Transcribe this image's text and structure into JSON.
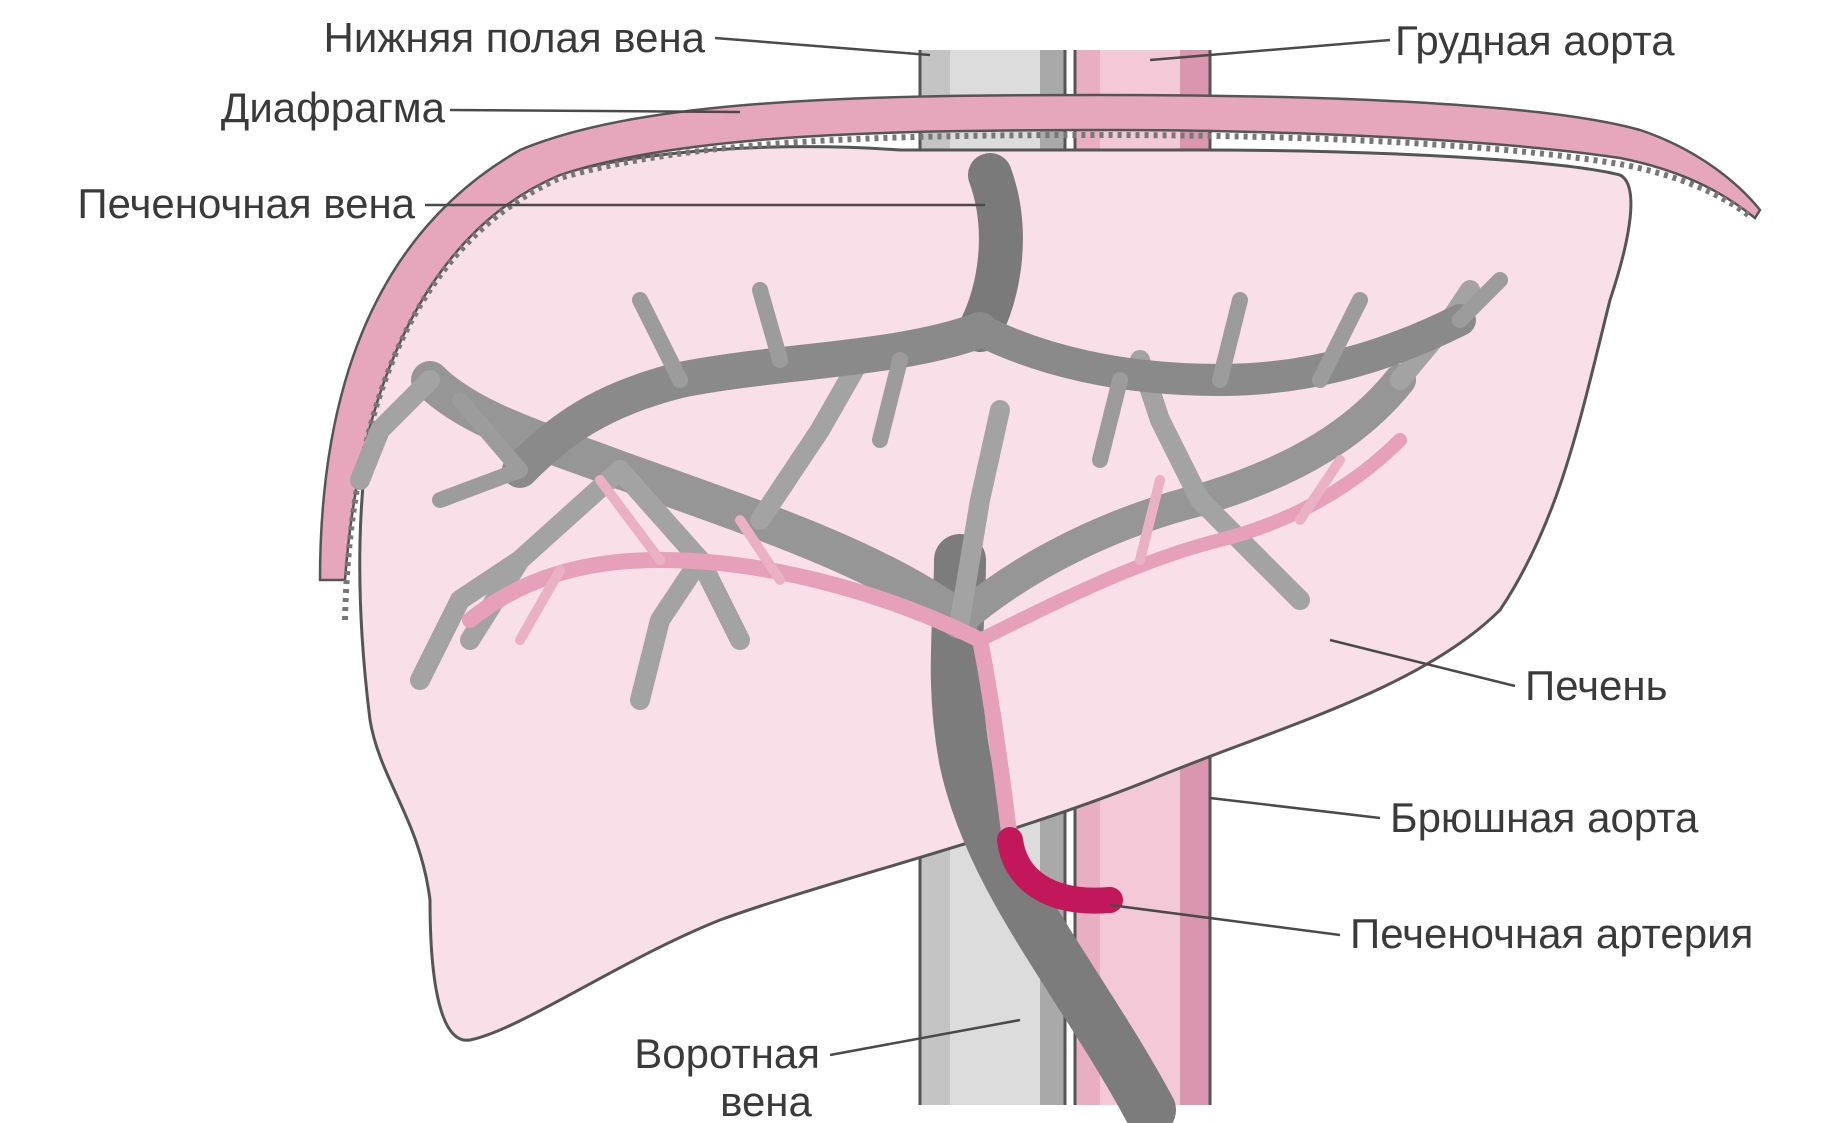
{
  "labels": {
    "ivc": "Нижняя полая вена",
    "thoracic_aorta": "Грудная аорта",
    "diaphragm": "Диафрагма",
    "hepatic_vein": "Печеночная вена",
    "liver": "Печень",
    "abdominal_aorta": "Брюшная аорта",
    "hepatic_artery": "Печеночная артерия",
    "portal_vein_line1": "Воротная",
    "portal_vein_line2": "вена"
  },
  "colors": {
    "liver_fill": "#f7dde6",
    "diaphragm": "#d98aa6",
    "vein_gray": "#8e8e8e",
    "vein_dark": "#6f6f6f",
    "artery_pink": "#e39ab4",
    "hepatic_artery": "#c0185a",
    "aorta": "#f0bfd0",
    "ivc": "#d6d6d6"
  }
}
